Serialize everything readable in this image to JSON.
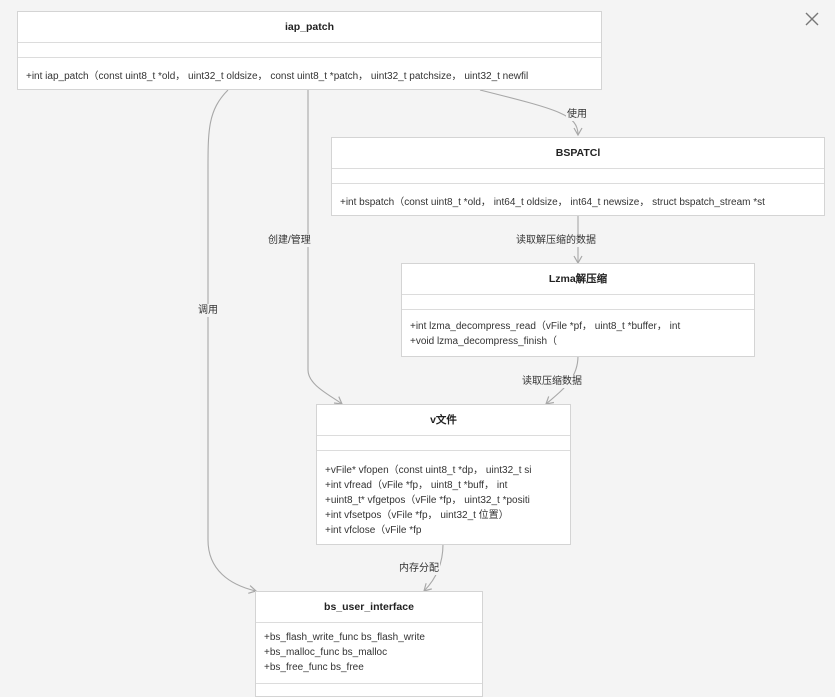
{
  "nodes": {
    "iap_patch": {
      "title": "iap_patch",
      "methods": [
        "+int iap_patch（const uint8_t *old，  uint32_t oldsize，  const uint8_t *patch，  uint32_t patchsize，  uint32_t newfil"
      ]
    },
    "bspatch": {
      "title": "BSPATCl",
      "methods": [
        "+int bspatch（const uint8_t *old，  int64_t oldsize，  int64_t newsize，  struct bspatch_stream *st"
      ]
    },
    "lzma": {
      "title": "Lzma解压缩",
      "methods": [
        "+int lzma_decompress_read（vFile *pf，  uint8_t *buffer，  int",
        "+void lzma_decompress_finish（"
      ]
    },
    "vfile": {
      "title": "v文件",
      "methods": [
        "+vFile* vfopen（const uint8_t *dp，  uint32_t si",
        "+int vfread（vFile *fp，  uint8_t *buff，  int",
        "+uint8_t* vfgetpos（vFile *fp，  uint32_t *positi",
        "+int vfsetpos（vFile *fp，  uint32_t 位置）",
        "+int vfclose（vFile *fp"
      ]
    },
    "bs_user": {
      "title": "bs_user_interface",
      "methods": [
        "+bs_flash_write_func bs_flash_write",
        "+bs_malloc_func bs_malloc",
        "+bs_free_func bs_free"
      ]
    }
  },
  "edges": {
    "use": "使用",
    "create": "创建/管理",
    "call": "调用",
    "read_decompressed": "读取解压缩的数据",
    "read_compressed": "读取压缩数据",
    "alloc": "内存分配"
  },
  "icons": {
    "close": "close-icon"
  },
  "colors": {
    "edge": "#a8a8a8",
    "border": "#d4d4d4",
    "background": "#f4f4f4"
  }
}
